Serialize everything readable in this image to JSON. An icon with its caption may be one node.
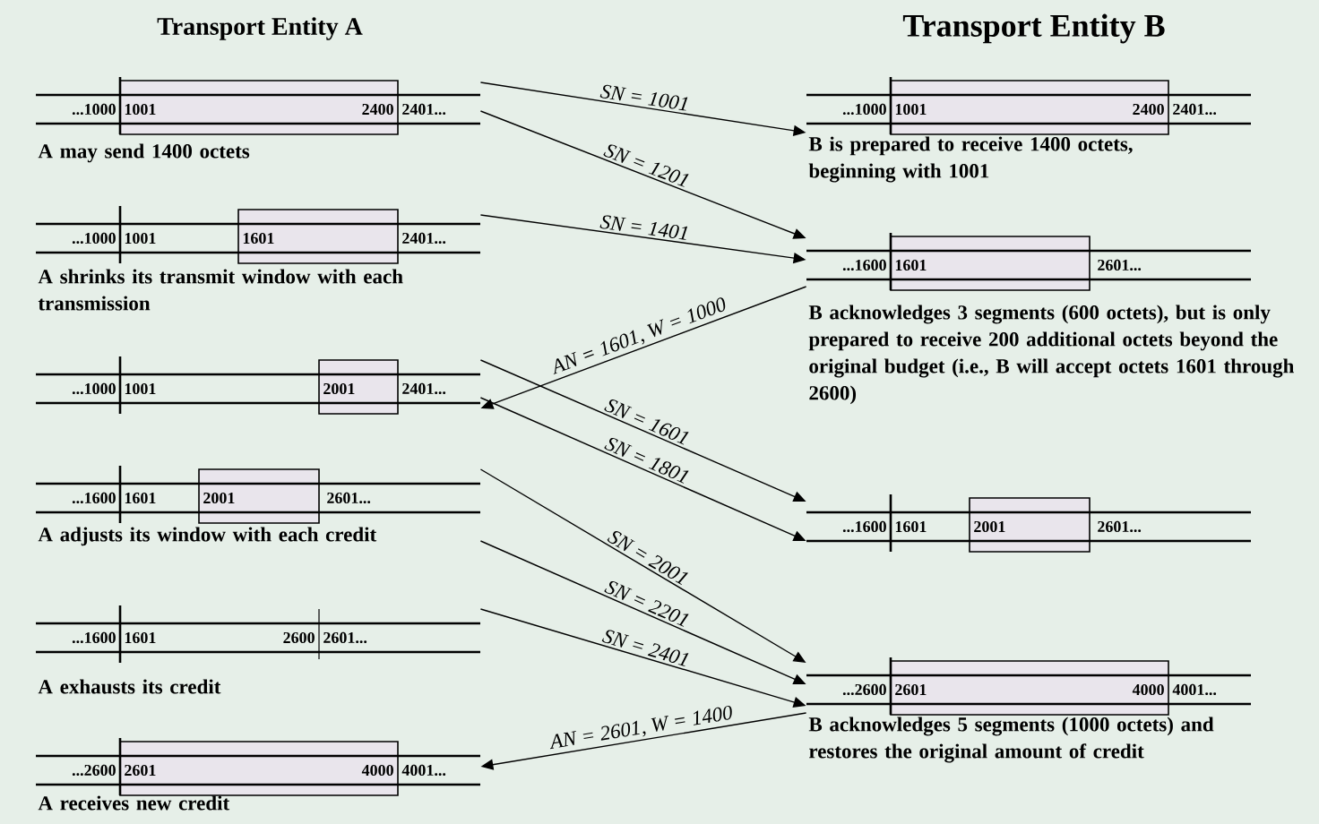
{
  "diagram": {
    "nodes": [
      {
        "text": [
          "...1000",
          "1001",
          "2400",
          "2401..."
        ],
        "beside": [
          "A may send 1400 octets"
        ]
      },
      {
        "text": [
          "...1000",
          "1001",
          "1601",
          "2401..."
        ],
        "beside": [
          "A shrinks its transmit window with each transmission"
        ]
      },
      {
        "text": [
          "...1000",
          "1001",
          "2001",
          "2401..."
        ]
      },
      {
        "text": [
          "...1600",
          "1601",
          "2001",
          "2601..."
        ],
        "beside": [
          "A adjusts its window with each credit"
        ]
      },
      {
        "text": [
          "...1600",
          "1601",
          "2600",
          "2601..."
        ],
        "beside": [
          "A exhausts its credit"
        ]
      },
      {
        "text": [
          "...2600",
          "2601",
          "4000",
          "4001..."
        ],
        "beside": [
          "A receives new credit"
        ]
      },
      {
        "text": [
          "...1000",
          "1001",
          "2400",
          "2401..."
        ],
        "beside": [
          "B is prepared to receive 1400 octets, beginning with 1001"
        ]
      },
      {
        "text": [
          "...1600",
          "1601",
          "2601..."
        ],
        "beside": [
          "B acknowledges 3 segments (600 octets), but is only prepared to receive 200 additional octets beyond the original budget (i.e., B will accept octets 1601 through 2600)"
        ]
      },
      {
        "text": [
          "...1600",
          "1601",
          "2001",
          "2601..."
        ]
      },
      {
        "text": [
          "...2600",
          "2601",
          "4000",
          "4001..."
        ],
        "beside": [
          "B acknowledges 5 segments (1000 octets) and restores the original amount of credit"
        ]
      }
    ],
    "edges": [
      {
        "from": 0,
        "to": 6,
        "arrow": "to",
        "label": "SN = 1001"
      },
      {
        "from": 0,
        "to": 7,
        "arrow": "to",
        "label": "SN = 1201"
      },
      {
        "from": 1,
        "to": 7,
        "arrow": "to",
        "label": "SN = 1401"
      },
      {
        "from": 7,
        "to": 2,
        "arrow": "to",
        "label": "AN = 1601, W = 1000"
      },
      {
        "from": 2,
        "to": 8,
        "arrow": "to",
        "label": "SN = 1601"
      },
      {
        "from": 2,
        "to": 8,
        "arrow": "to",
        "label": "SN = 1801"
      },
      {
        "from": 3,
        "to": 9,
        "arrow": "to",
        "label": "SN = 2001"
      },
      {
        "from": 3,
        "to": 9,
        "arrow": "to",
        "label": "SN = 2201"
      },
      {
        "from": 4,
        "to": 9,
        "arrow": "to",
        "label": "SN = 2401"
      },
      {
        "from": 9,
        "to": 5,
        "arrow": "to",
        "label": "AN = 2601, W = 1400"
      }
    ],
    "labels": [
      "Transport Entity A",
      "Transport Entity B"
    ]
  }
}
